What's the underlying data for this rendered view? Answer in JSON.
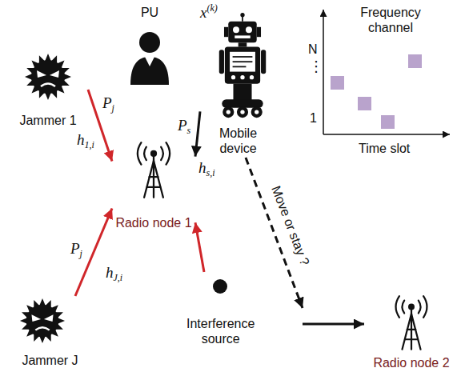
{
  "diagram": {
    "nodes": [
      {
        "text": [
          "Jammer 1"
        ]
      },
      {
        "text": [
          "PU"
        ]
      },
      {
        "text": [
          "x(k)",
          "Mobile device"
        ]
      },
      {
        "text": [
          "Radio node 1"
        ]
      },
      {
        "text": [
          "Jammer J"
        ]
      },
      {
        "text": [
          "Interference source"
        ]
      },
      {
        "text": [
          "Radio node 2"
        ]
      }
    ],
    "edges": [
      {
        "from": 0,
        "to": 3,
        "arrow": "to",
        "label": "Pj"
      },
      {
        "from": 2,
        "to": 3,
        "arrow": "to",
        "label": "Ps"
      },
      {
        "from": 4,
        "to": 3,
        "arrow": "to",
        "label": "Pj"
      },
      {
        "from": 5,
        "to": 3,
        "arrow": "to"
      },
      {
        "from": 2,
        "to": 6,
        "arrow": "to",
        "label": "Move or stay ?"
      }
    ],
    "labels": [
      "h1,i",
      "hs,i",
      "hJ,i",
      "Frequency channel",
      "N",
      "⋮",
      "1",
      "Time slot"
    ]
  }
}
